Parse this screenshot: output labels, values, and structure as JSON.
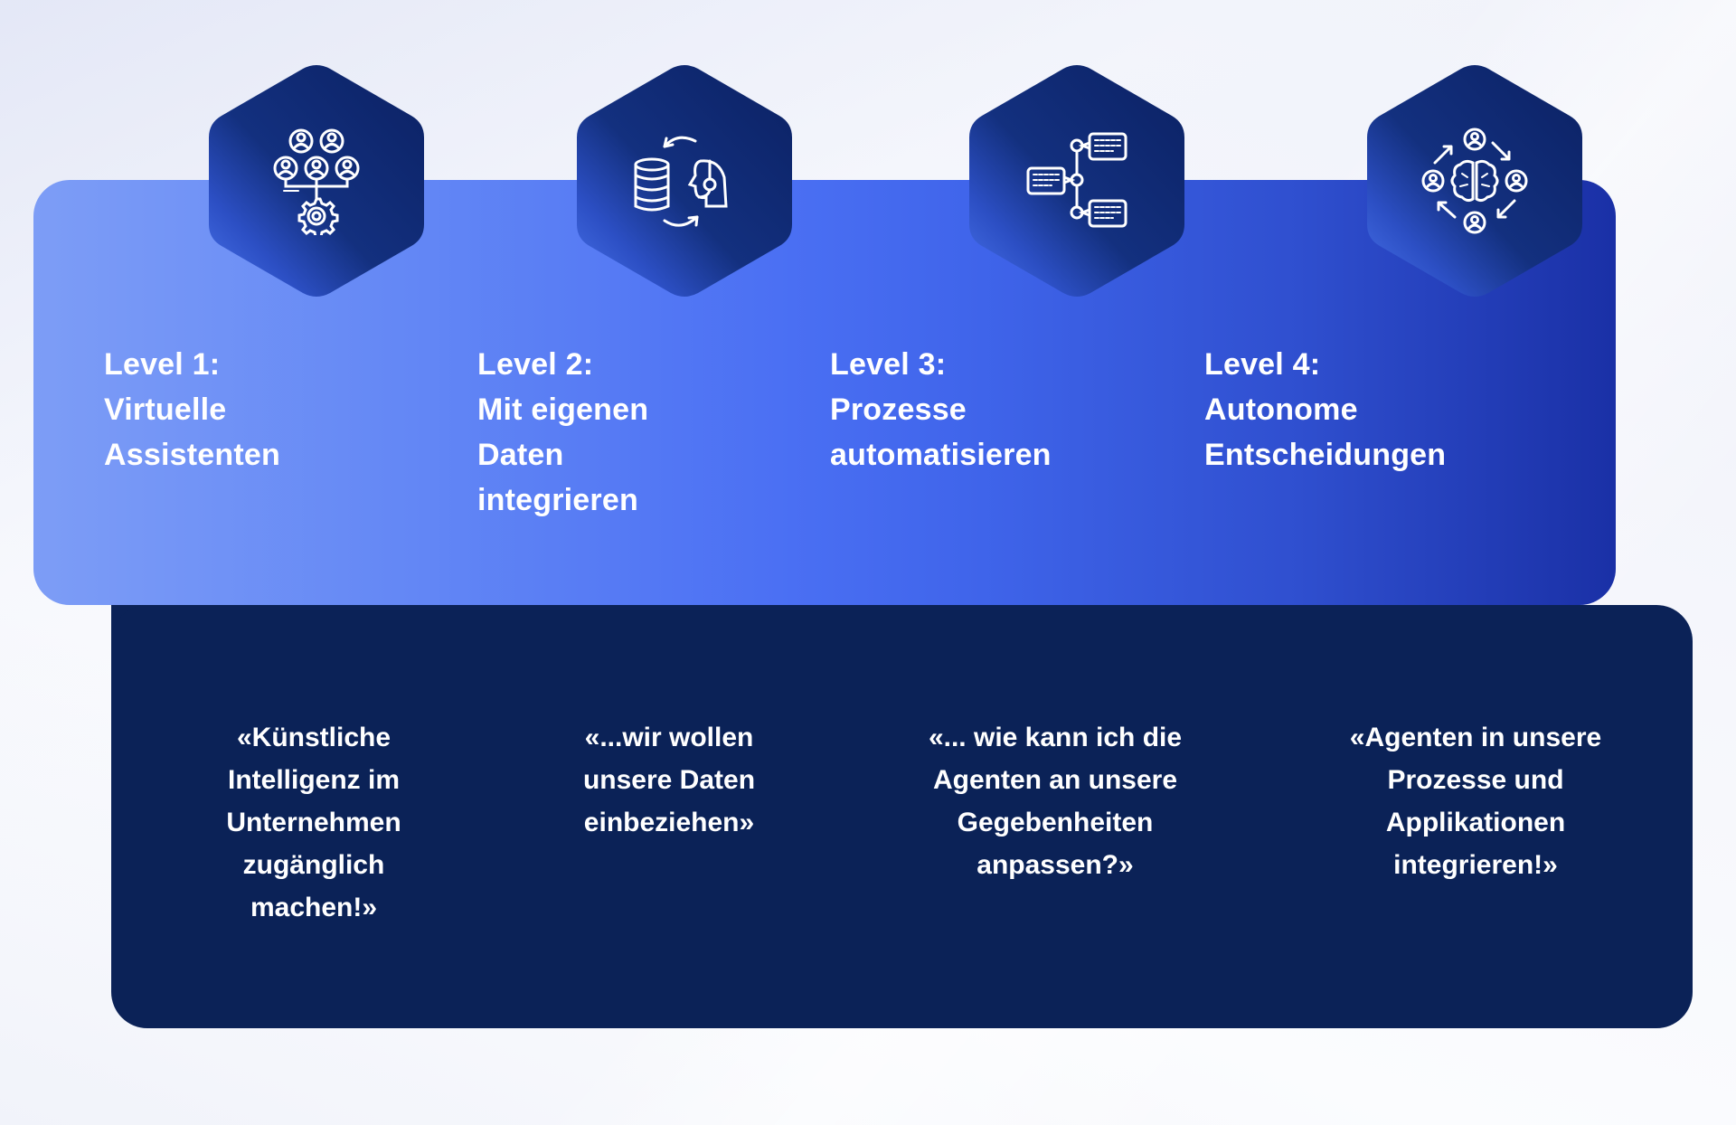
{
  "colors": {
    "background": "#f4f5fb",
    "blue_panel_start": "#7d9df6",
    "blue_panel_mid": "#4a6ff3",
    "blue_panel_end": "#1a30a6",
    "dark_panel": "#0b2257",
    "hexagon_dark": "#0c2266",
    "hexagon_light": "#3a62e0",
    "text": "#ffffff"
  },
  "levels": [
    {
      "icon": "people-network-gear-icon",
      "title": "Level 1:",
      "lines": [
        "Virtuelle",
        "Assistenten"
      ]
    },
    {
      "icon": "database-headset-sync-icon",
      "title": "Level 2:",
      "lines": [
        "Mit eigenen",
        "Daten",
        "integrieren"
      ]
    },
    {
      "icon": "process-flow-documents-icon",
      "title": "Level 3:",
      "lines": [
        "Prozesse",
        "automatisieren"
      ]
    },
    {
      "icon": "brain-people-cycle-icon",
      "title": "Level 4:",
      "lines": [
        "Autonome",
        "Entscheidungen"
      ]
    }
  ],
  "quotes": [
    {
      "lines": [
        "«Künstliche",
        "Intelligenz im",
        "Unternehmen",
        "zugänglich",
        "machen!»"
      ]
    },
    {
      "lines": [
        "«...wir wollen",
        "unsere Daten",
        "einbeziehen»"
      ]
    },
    {
      "lines": [
        "«... wie kann ich die",
        "Agenten an unsere",
        "Gegebenheiten",
        "anpassen?»"
      ]
    },
    {
      "lines": [
        "«Agenten in unsere",
        "Prozesse und",
        "Applikationen",
        "integrieren!»"
      ]
    }
  ]
}
